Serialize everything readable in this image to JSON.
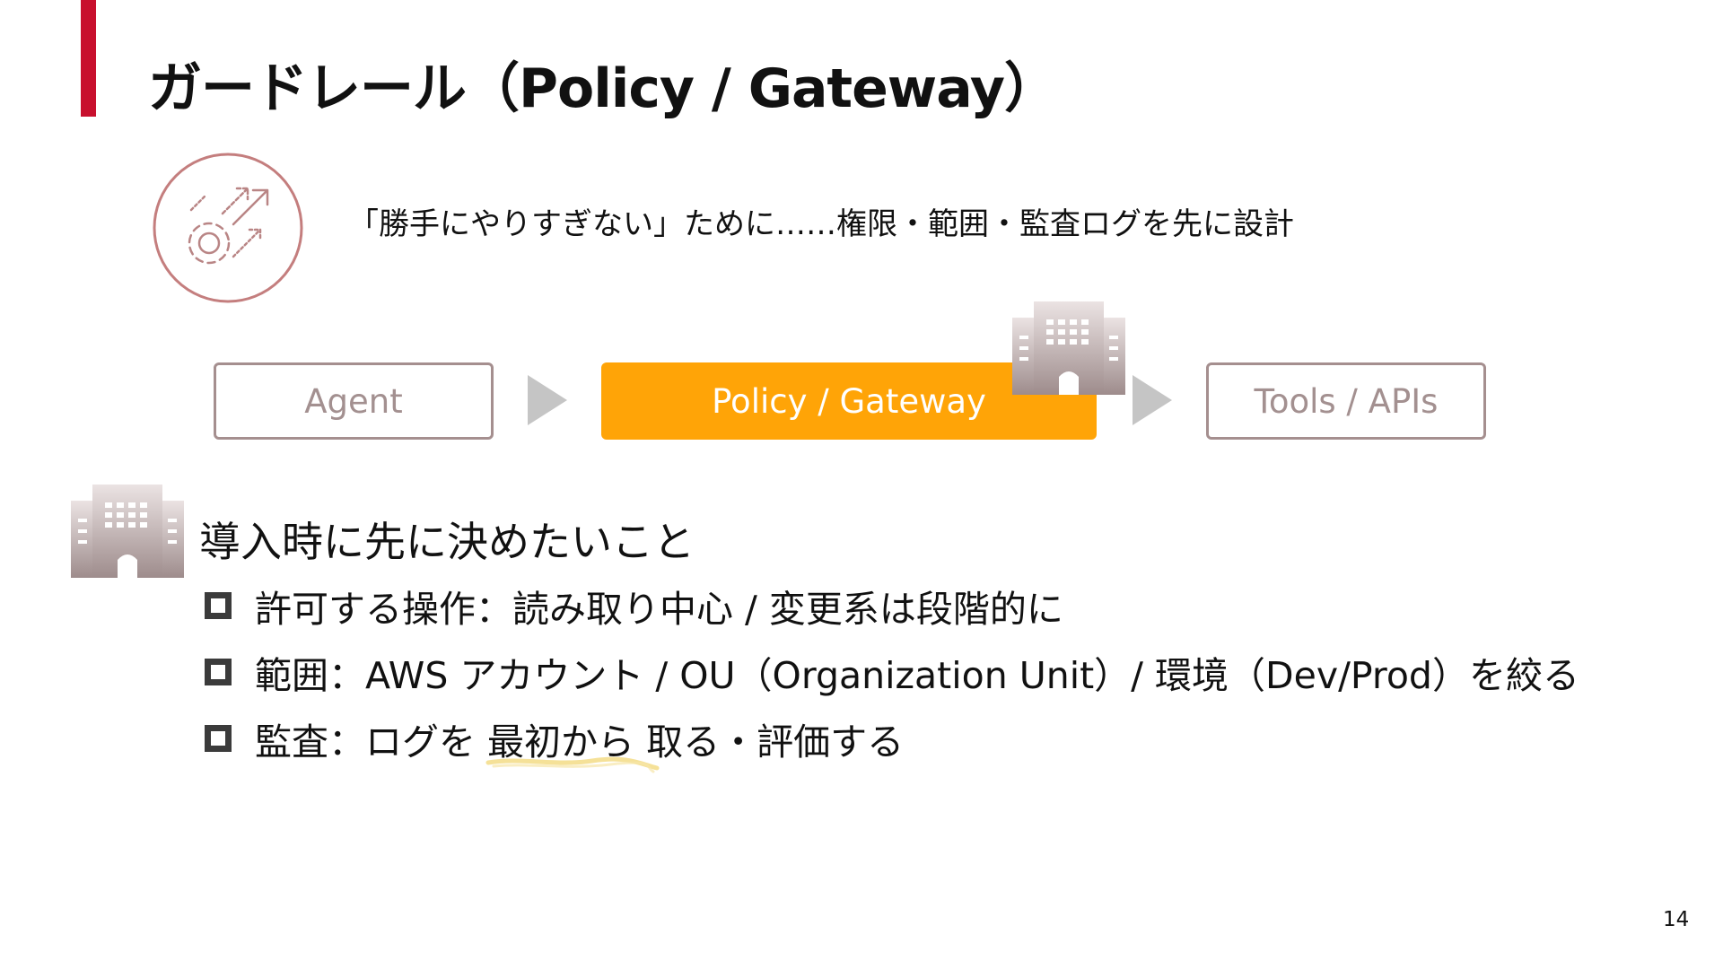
{
  "slide": {
    "title": "ガードレール（Policy / Gateway）",
    "subtitle": "「勝手にやりすぎない」ために……権限・範囲・監査ログを先に設計",
    "page_number": "14",
    "accent_color": "#c8102e"
  },
  "flow": {
    "agent_label": "Agent",
    "gateway_label": "Policy / Gateway",
    "tools_label": "Tools / APIs",
    "gateway_color": "#ffa407",
    "box_border_color": "#a58f8f"
  },
  "section": {
    "heading": "導入時に先に決めたいこと",
    "bullets": [
      "許可する操作：読み取り中心 / 変更系は段階的に",
      "範囲：AWS アカウント / OU（Organization Unit）/ 環境（Dev/Prod）を絞る",
      "監査：ログを 最初から 取る・評価する"
    ]
  },
  "icons": {
    "circle_icon": "gear-with-arrows-icon",
    "building_icon": "office-building-icon",
    "bullet_icon": "checkbox-icon",
    "flow_arrow_icon": "triangle-right-icon"
  }
}
